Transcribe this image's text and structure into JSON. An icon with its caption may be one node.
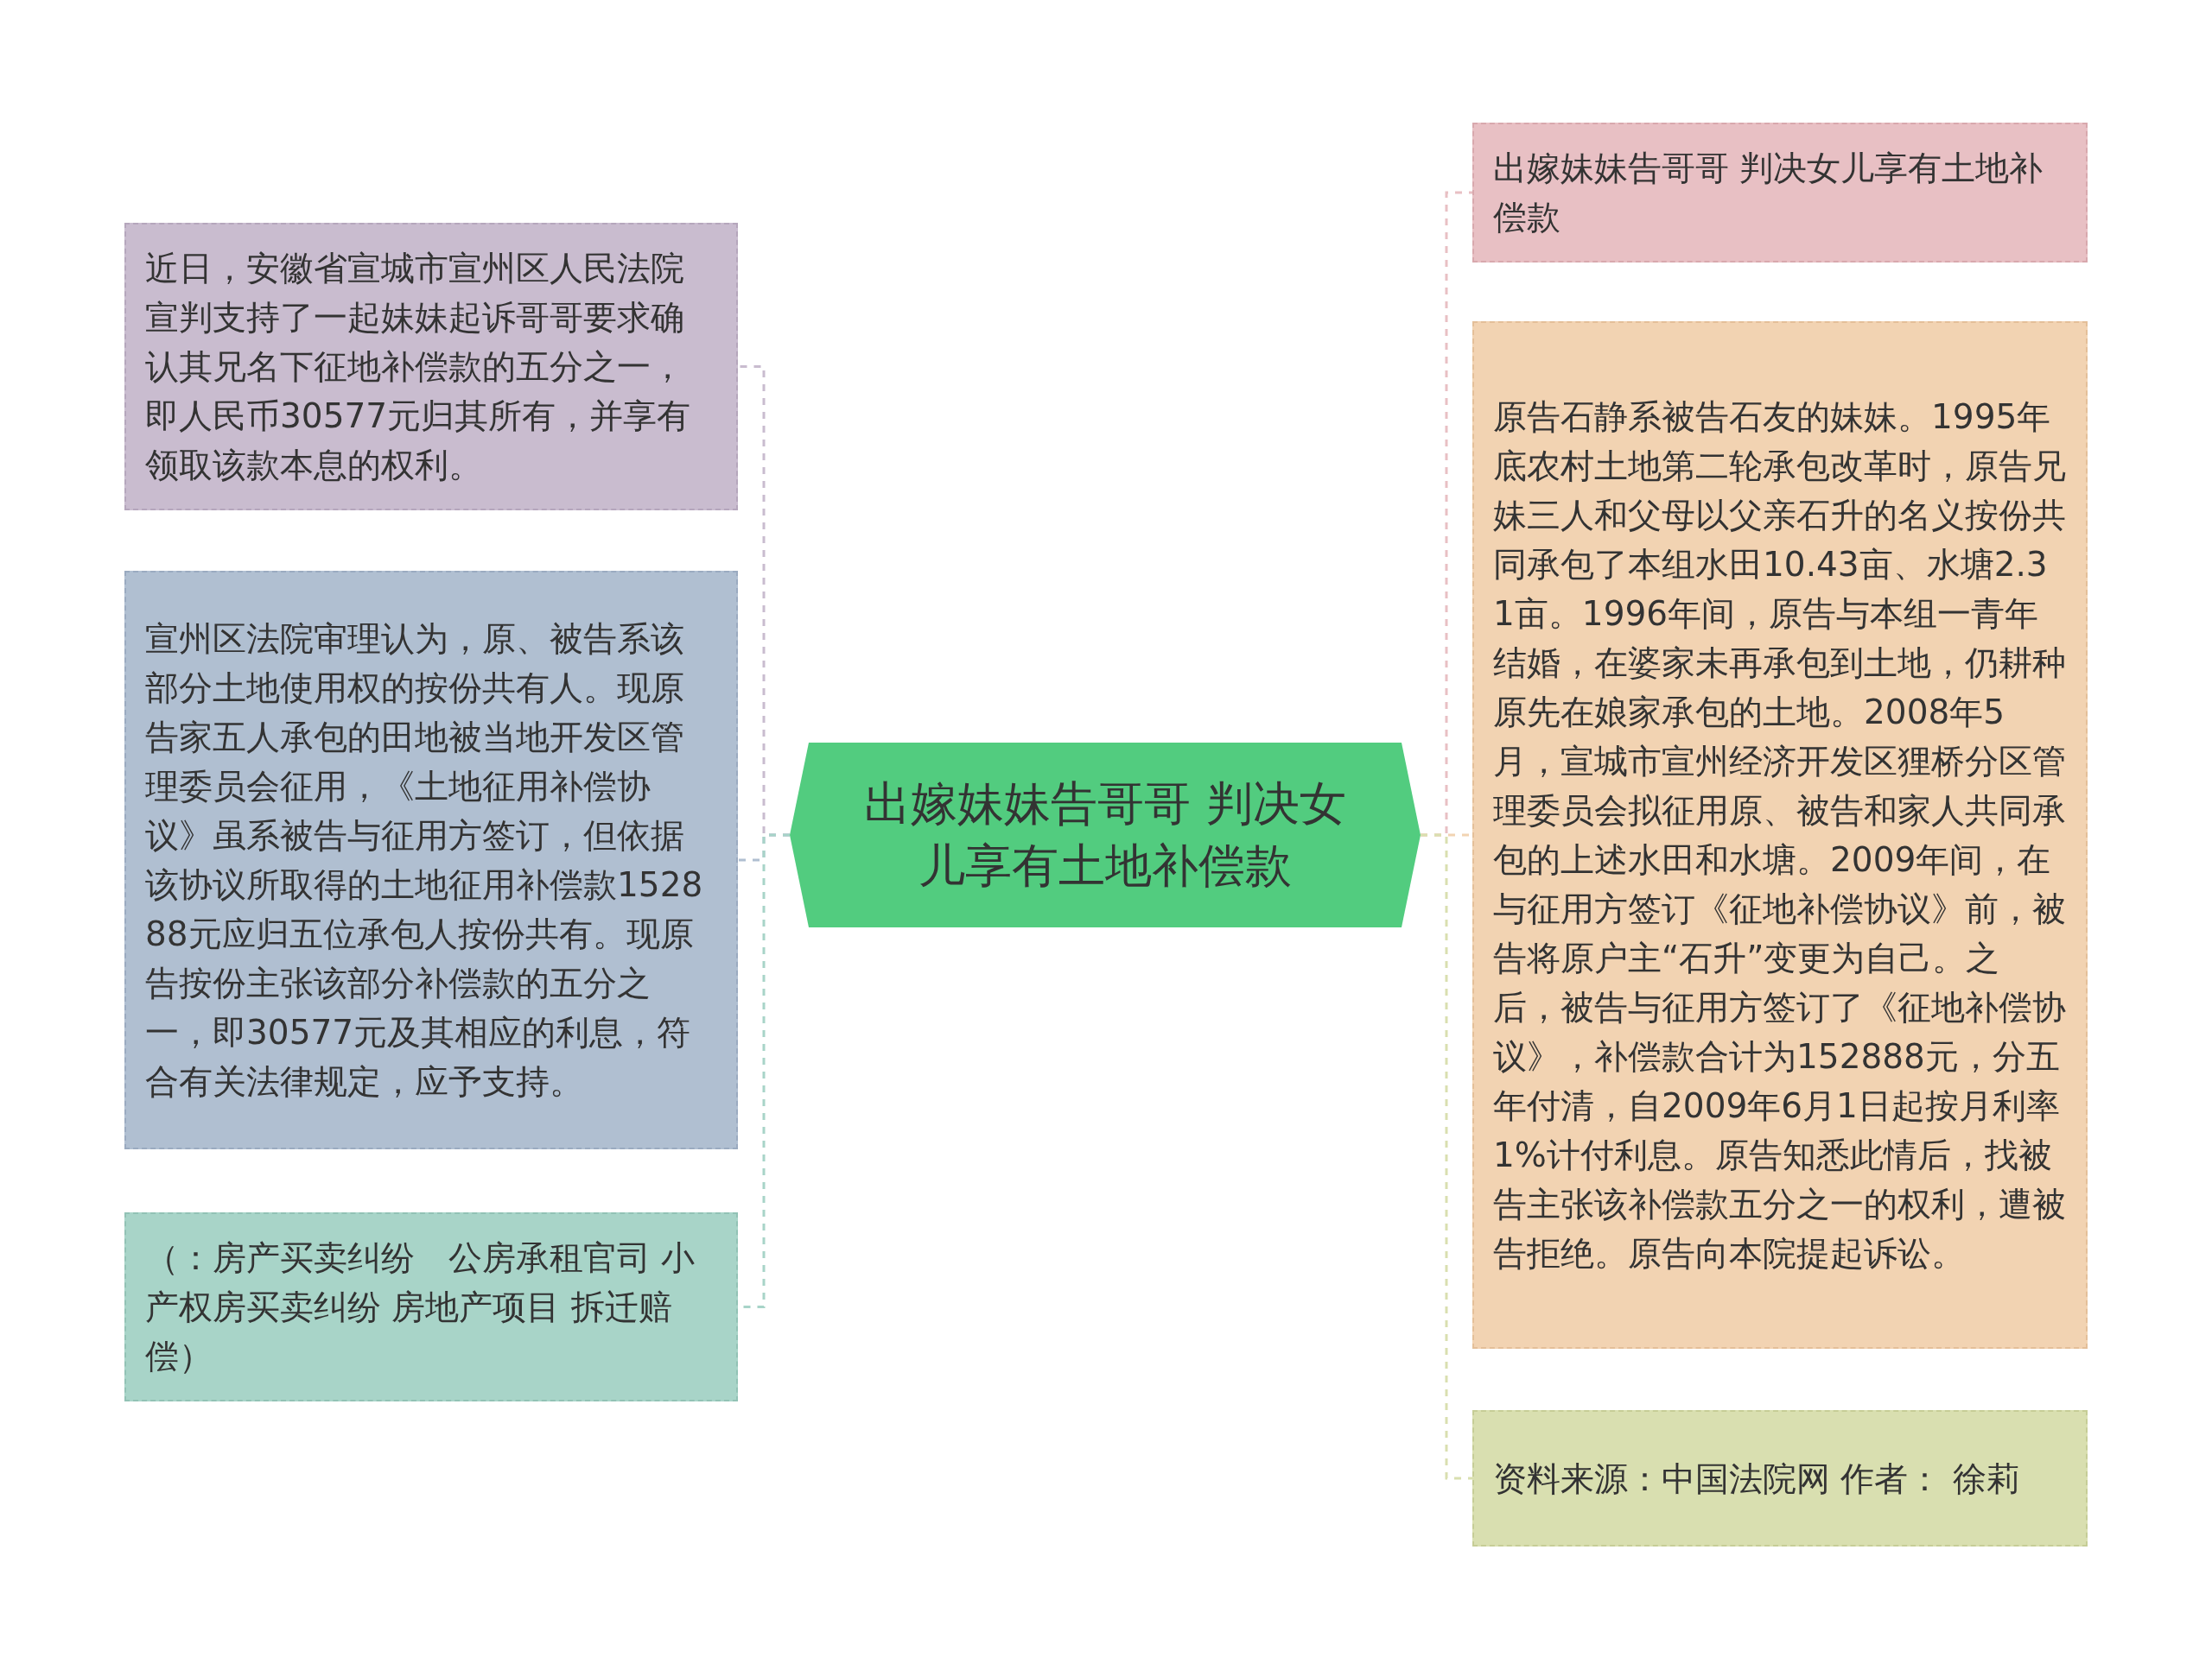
{
  "diagram": {
    "nodes": [
      {
        "text": [
          "出嫁妹妹告哥哥 判决女儿享有土地补偿款"
        ]
      },
      {
        "text": [
          "近日，安徽省宣城市宣州区人民法院宣判支持了一起妹妹起诉哥哥要求确认其兄名下征地补偿款的五分之一，即人民币30577元归其所有，并享有领取该款本息的权利。"
        ]
      },
      {
        "text": [
          "宣州区法院审理认为，原、被告系该部分土地使用权的按份共有人。现原告家五人承包的田地被当地开发区管理委员会征用，《土地征用补偿协议》虽系被告与征用方签订，但依据该协议所取得的土地征用补偿款152888元应归五位承包人按份共有。现原告按份主张该部分补偿款的五分之一，即30577元及其相应的利息，符合有关法律规定，应予支持。"
        ]
      },
      {
        "text": [
          "（：房产买卖纠纷　公房承租官司 小产权房买卖纠纷  房地产项目  拆迁赔偿）"
        ]
      },
      {
        "text": [
          "出嫁妹妹告哥哥 判决女儿享有土地补偿款"
        ]
      },
      {
        "text": [
          "原告石静系被告石友的妹妹。1995年底农村土地第二轮承包改革时，原告兄妹三人和父母以父亲石升的名义按份共同承包了本组水田10.43亩、水塘2.31亩。1996年间，原告与本组一青年结婚，在婆家未再承包到土地，仍耕种原先在娘家承包的土地。2008年5月，宣城市宣州经济开发区狸桥分区管理委员会拟征用原、被告和家人共同承包的上述水田和水塘。2009年间，在与征用方签订《征地补偿协议》前，被告将原户主“石升”变更为自己。之后，被告与征用方签订了《征地补偿协议》，补偿款合计为152888元，分五年付清，自2009年6月1日起按月利率1%计付利息。原告知悉此情后，找被告主张该补偿款五分之一的权利，遭被告拒绝。原告向本院提起诉讼。"
        ]
      },
      {
        "text": [
          "资料来源：中国法院网  作者： 徐莉"
        ]
      }
    ],
    "edges": [
      {
        "from": 0,
        "to": 1,
        "arrow": "none",
        "style": "dashed",
        "color": "#c9bccf"
      },
      {
        "from": 0,
        "to": 2,
        "arrow": "none",
        "style": "dashed",
        "color": "#b0bfd1"
      },
      {
        "from": 0,
        "to": 3,
        "arrow": "none",
        "style": "dashed",
        "color": "#a8d4c8"
      },
      {
        "from": 0,
        "to": 4,
        "arrow": "none",
        "style": "dashed",
        "color": "#e8c0c4"
      },
      {
        "from": 0,
        "to": 5,
        "arrow": "none",
        "style": "dashed",
        "color": "#f2d3b2"
      },
      {
        "from": 0,
        "to": 6,
        "arrow": "none",
        "style": "dashed",
        "color": "#d9dfb0"
      }
    ]
  }
}
